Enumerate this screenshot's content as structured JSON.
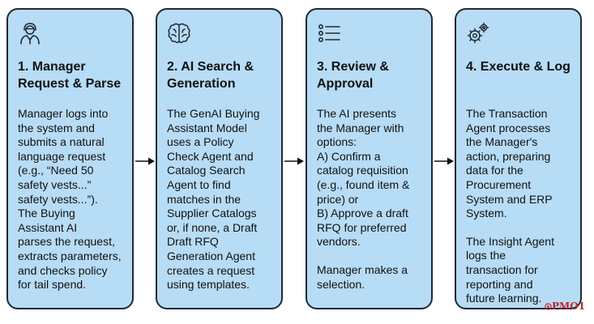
{
  "steps": [
    {
      "icon": "manager-person-icon",
      "title": [
        "1. Manager",
        "Request & Parse"
      ],
      "body": [
        [
          "Manager logs into",
          "the system and",
          "submits a natural",
          "language request",
          "(e.g., “Need 50",
          "safety vests...”",
          "safety vests...”).",
          "The Buying",
          "Assistant AI",
          "parses the request,",
          "extracts parameters,",
          "and checks policy",
          "for tail spend."
        ]
      ]
    },
    {
      "icon": "brain-icon",
      "title": [
        "2. AI Search &",
        "Generation"
      ],
      "body": [
        [
          "The GenAI Buying",
          "Assistant Model",
          "uses a Policy",
          "Check Agent and",
          "Catalog Search",
          "Agent to find",
          "matches in the",
          "Supplier Catalogs",
          "or, if none, a Draft",
          "Draft RFQ",
          "Generation Agent",
          "creates a request",
          "using templates."
        ]
      ]
    },
    {
      "icon": "checklist-icon",
      "title": [
        "3. Review &",
        "Approval"
      ],
      "body": [
        [
          "The AI presents",
          "the Manager with",
          "options:",
          "A) Confirm a",
          "catalog requisition",
          "(e.g., found item &",
          "price) or",
          "B) Approve a draft",
          "RFQ for preferred",
          "vendors."
        ],
        [
          "Manager makes a",
          "selection."
        ]
      ]
    },
    {
      "icon": "gears-icon",
      "title": [
        "4. Execute & Log"
      ],
      "body": [
        [
          "The Transaction",
          "Agent processes",
          "the Manager's",
          "action, preparing",
          "data for the",
          "Procurement",
          "System and ERP",
          "System."
        ],
        [
          "The Insight Agent",
          "logs the",
          "transaction for",
          "reporting and",
          "future learning."
        ]
      ]
    }
  ],
  "logo": {
    "text": "PMO1",
    "mark": "seal-icon",
    "color": "#c0252b"
  },
  "colors": {
    "card_fill": "#b7dcf5",
    "card_border": "#1e2a36",
    "text": "#111111"
  }
}
